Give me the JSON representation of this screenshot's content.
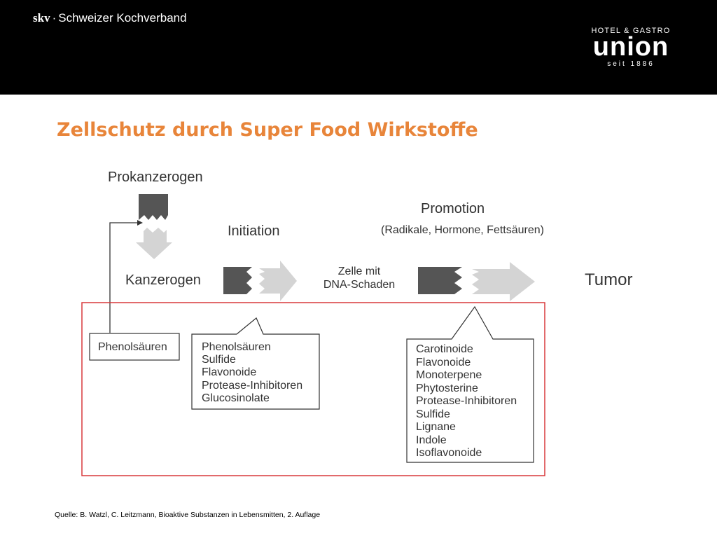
{
  "header": {
    "org_abbr": "skv",
    "org_dot": "·",
    "org_name": "Schweizer Kochverband",
    "logo_top": "HOTEL & GASTRO",
    "logo_main": "union",
    "logo_sub": "seit 1886"
  },
  "title": "Zellschutz durch Super Food Wirkstoffe",
  "diagram": {
    "prokanzerogen": "Prokanzerogen",
    "initiation": "Initiation",
    "kanzerogen": "Kanzerogen",
    "zelle_line1": "Zelle mit",
    "zelle_line2": "DNA-Schaden",
    "promotion": "Promotion",
    "promotion_factors": "(Radikale, Hormone, Fettsäuren)",
    "tumor": "Tumor",
    "box_left": "Phenolsäuren",
    "box_middle": [
      "Phenolsäuren",
      "Sulfide",
      "Flavonoide",
      "Protease-Inhibitoren",
      "Glucosinolate"
    ],
    "box_right": [
      "Carotinoide",
      "Flavonoide",
      "Monoterpene",
      "Phytosterine",
      "Protease-Inhibitoren",
      "Sulfide",
      "Lignane",
      "Indole",
      "Isoflavonoide"
    ]
  },
  "source": {
    "label": "Quelle:",
    "text": "B. Watzl, C. Leitzmann, Bioaktive Substanzen in Lebensmitten, 2. Auflage"
  },
  "colors": {
    "header_bg": "#000000",
    "title": "#e8853a",
    "highlight_frame": "#d9393b",
    "block_dark": "#555555",
    "arrow_light": "#d4d4d4"
  }
}
